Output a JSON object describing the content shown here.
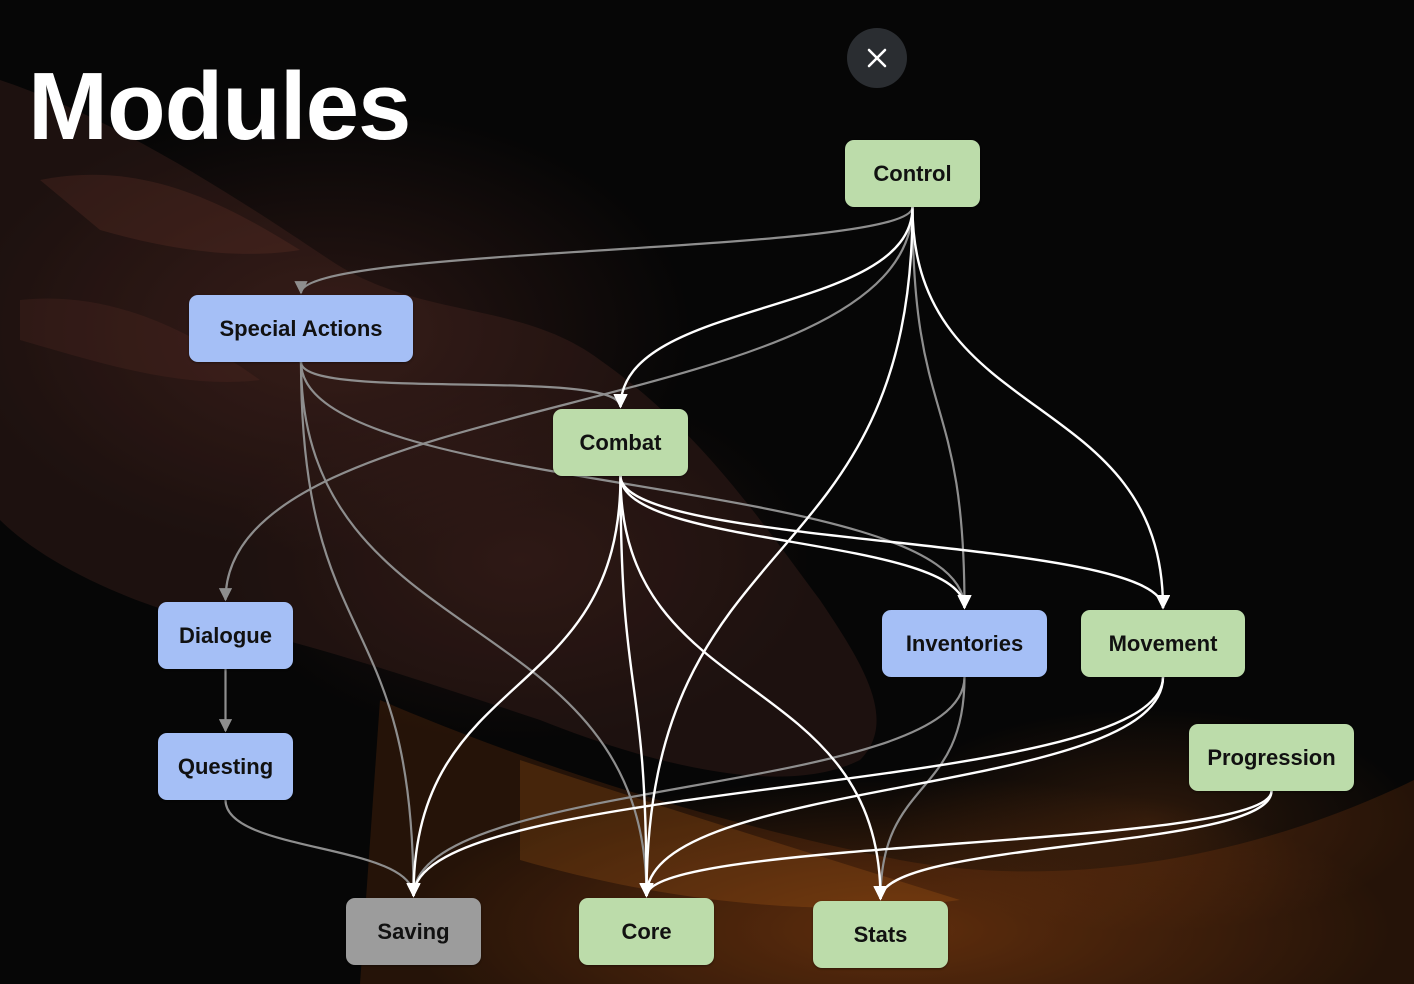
{
  "page": {
    "title": "Modules"
  },
  "close_button": {
    "icon": "close-icon"
  },
  "diagram": {
    "colors": {
      "blue_node": "#a5bff6",
      "green_node": "#bcdcaa",
      "gray_node": "#9c9c9c",
      "primary_edge": "#ffffff",
      "secondary_edge": "#8e8e8e"
    },
    "nodes": [
      {
        "id": "control",
        "label": "Control",
        "group": "green"
      },
      {
        "id": "special_actions",
        "label": "Special Actions",
        "group": "blue"
      },
      {
        "id": "combat",
        "label": "Combat",
        "group": "green"
      },
      {
        "id": "dialogue",
        "label": "Dialogue",
        "group": "blue"
      },
      {
        "id": "inventories",
        "label": "Inventories",
        "group": "blue"
      },
      {
        "id": "movement",
        "label": "Movement",
        "group": "green"
      },
      {
        "id": "questing",
        "label": "Questing",
        "group": "blue"
      },
      {
        "id": "progression",
        "label": "Progression",
        "group": "green"
      },
      {
        "id": "saving",
        "label": "Saving",
        "group": "gray"
      },
      {
        "id": "core",
        "label": "Core",
        "group": "green"
      },
      {
        "id": "stats",
        "label": "Stats",
        "group": "green"
      }
    ],
    "edges": [
      {
        "from": "control",
        "to": "special_actions",
        "style": "secondary"
      },
      {
        "from": "control",
        "to": "combat",
        "style": "primary"
      },
      {
        "from": "control",
        "to": "dialogue",
        "style": "secondary"
      },
      {
        "from": "control",
        "to": "inventories",
        "style": "secondary"
      },
      {
        "from": "control",
        "to": "movement",
        "style": "primary"
      },
      {
        "from": "control",
        "to": "core",
        "style": "primary"
      },
      {
        "from": "special_actions",
        "to": "combat",
        "style": "secondary"
      },
      {
        "from": "special_actions",
        "to": "inventories",
        "style": "secondary"
      },
      {
        "from": "special_actions",
        "to": "saving",
        "style": "secondary"
      },
      {
        "from": "special_actions",
        "to": "core",
        "style": "secondary"
      },
      {
        "from": "combat",
        "to": "movement",
        "style": "primary"
      },
      {
        "from": "combat",
        "to": "inventories",
        "style": "primary"
      },
      {
        "from": "combat",
        "to": "saving",
        "style": "primary"
      },
      {
        "from": "combat",
        "to": "core",
        "style": "primary"
      },
      {
        "from": "combat",
        "to": "stats",
        "style": "primary"
      },
      {
        "from": "dialogue",
        "to": "questing",
        "style": "secondary"
      },
      {
        "from": "questing",
        "to": "saving",
        "style": "secondary"
      },
      {
        "from": "inventories",
        "to": "saving",
        "style": "secondary"
      },
      {
        "from": "inventories",
        "to": "stats",
        "style": "secondary"
      },
      {
        "from": "movement",
        "to": "saving",
        "style": "primary"
      },
      {
        "from": "movement",
        "to": "core",
        "style": "primary"
      },
      {
        "from": "progression",
        "to": "core",
        "style": "primary"
      },
      {
        "from": "progression",
        "to": "stats",
        "style": "primary"
      }
    ]
  }
}
